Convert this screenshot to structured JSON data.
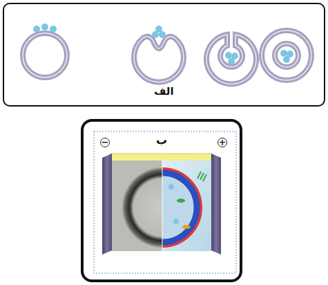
{
  "diagram": {
    "nodes": [
      {
        "text": [
          "الف"
        ]
      },
      {
        "text": [
          "ب"
        ]
      }
    ],
    "labels": [
      "−",
      "+"
    ]
  }
}
